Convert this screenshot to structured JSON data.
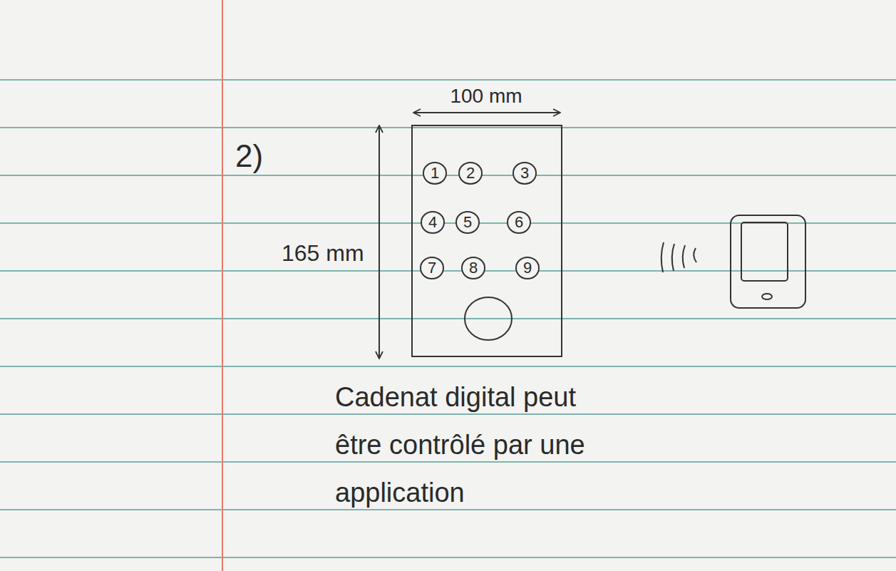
{
  "diagram": {
    "caption": "Cadenat digital peut être contrôlé par une application",
    "nodes": [
      {
        "text": [
          "1"
        ]
      },
      {
        "text": [
          "2"
        ]
      },
      {
        "text": [
          "3"
        ]
      },
      {
        "text": [
          "4"
        ]
      },
      {
        "text": [
          "5"
        ]
      },
      {
        "text": [
          "6"
        ]
      },
      {
        "text": [
          "7"
        ]
      },
      {
        "text": [
          "8"
        ]
      },
      {
        "text": [
          "9"
        ]
      }
    ],
    "labels": [
      "2)",
      "100 mm",
      "165 mm"
    ]
  }
}
